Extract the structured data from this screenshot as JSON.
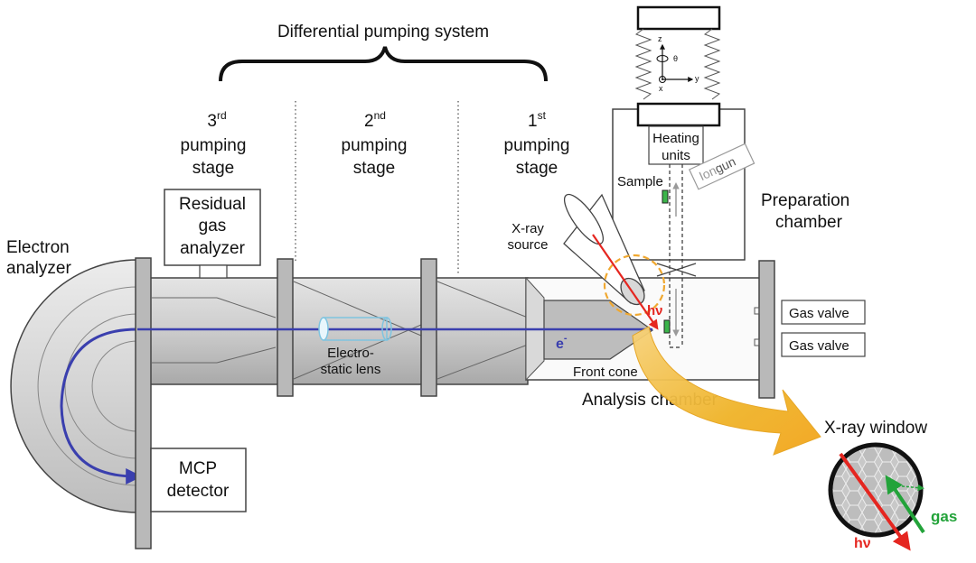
{
  "title": "Differential pumping system",
  "stages": [
    {
      "ordinal": "3",
      "sup": "rd",
      "line1": "pumping",
      "line2": "stage"
    },
    {
      "ordinal": "2",
      "sup": "nd",
      "line1": "pumping",
      "line2": "stage"
    },
    {
      "ordinal": "1",
      "sup": "st",
      "line1": "pumping",
      "line2": "stage"
    }
  ],
  "rga": {
    "line1": "Residual",
    "line2": "gas",
    "line3": "analyzer"
  },
  "electron_analyzer": {
    "line1": "Electron",
    "line2": "analyzer"
  },
  "mcp": {
    "line1": "MCP",
    "line2": "detector"
  },
  "lens": {
    "line1": "Electro-",
    "line2": "static lens"
  },
  "electron_symbol": "e",
  "electron_sup": "-",
  "front_cone": "Front cone",
  "analysis_chamber": "Analysis chamber",
  "xray_source": {
    "line1": "X-ray",
    "line2": "source"
  },
  "hv": "hν",
  "sample": "Sample",
  "heating": {
    "line1": "Heating",
    "line2": "units"
  },
  "ion_gun": {
    "part1": "Ion",
    "part2": "gun"
  },
  "prep_chamber": {
    "line1": "Preparation",
    "line2": "chamber"
  },
  "gas_valves": [
    "Gas valve",
    "Gas valve"
  ],
  "xray_window": "X-ray window",
  "window_hv": "hν",
  "window_gas": "gas",
  "axes": {
    "z": "z",
    "theta": "θ",
    "y": "y",
    "x": "x"
  },
  "colors": {
    "beam": "#3a3fae",
    "xray": "#e52620",
    "gas": "#23a33a",
    "chamber_fill": "#c9c9c9",
    "arrow_gold": "#f0b429"
  }
}
